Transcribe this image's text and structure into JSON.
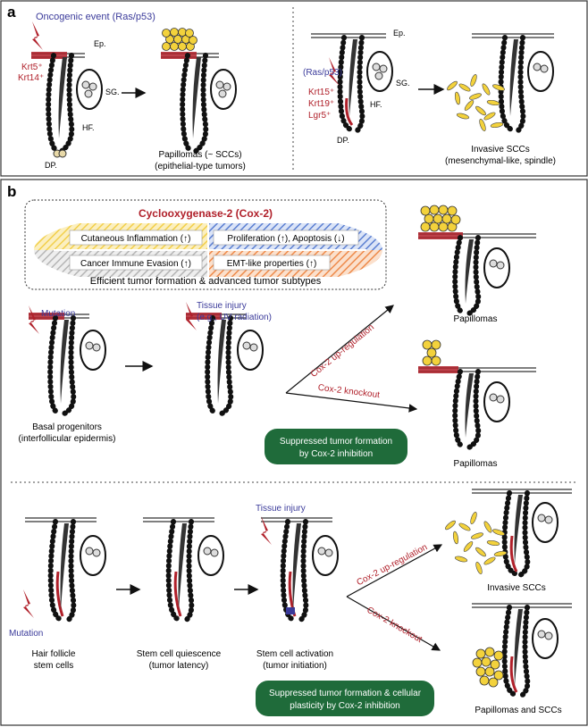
{
  "panel_a": {
    "label": "a",
    "oncogenic_event": "Oncogenic event (Ras/p53)",
    "ep_left": "Ep.",
    "krt5": "Krt5⁺",
    "krt14": "Krt14⁺",
    "sg_left": "SG.",
    "hf_left": "HF.",
    "dp_left": "DP.",
    "papillomas_line1": "Papillomas (~ SCCs)",
    "papillomas_line2": "(epithelial-type tumors)",
    "ep_right": "Ep.",
    "ras_p53": "(Ras/p53)",
    "sg_right": "SG.",
    "krt15": "Krt15⁺",
    "krt19": "Krt19⁺",
    "lgr5": "Lgr5⁺",
    "hf_right": "HF.",
    "dp_right": "DP.",
    "invasive_line1": "Invasive SCCs",
    "invasive_line2": "(mesenchymal-like, spindle)"
  },
  "panel_b": {
    "label": "b",
    "cox2_title": "Cyclooxygenase-2 (Cox-2)",
    "quad_inflammation": "Cutaneous Inflammation (↑)",
    "quad_proliferation": "Proliferation (↑), Apoptosis (↓)",
    "quad_immune": "Cancer Immune Evasion (↑)",
    "quad_emt": "EMT-like properties (↑)",
    "efficient": "Efficient tumor formation & advanced tumor subtypes",
    "upper": {
      "mutation": "Mutation",
      "tissue_injury_1": "Tissue injury",
      "tissue_injury_2": "(e.g., UV radiation)",
      "cox2_up": "Cox-2 up-regulation",
      "cox2_ko": "Cox-2 knockout",
      "papillomas_top": "Papillomas",
      "papillomas_bottom": "Papillomas",
      "basal_1": "Basal progenitors",
      "basal_2": "(interfollicular epidermis)",
      "suppressed_1": "Suppressed tumor formation",
      "suppressed_2": "by Cox-2 inhibition"
    },
    "lower": {
      "tissue_injury": "Tissue injury",
      "mutation": "Mutation",
      "hfsc_1": "Hair follicle",
      "hfsc_2": "stem cells",
      "quiescence_1": "Stem cell quiescence",
      "quiescence_2": "(tumor latency)",
      "activation_1": "Stem cell activation",
      "activation_2": "(tumor initiation)",
      "cox2_up": "Cox-2 up-regulation",
      "cox2_ko": "Cox-2 knockout",
      "invasive": "Invasive SCCs",
      "papillomas_sccs": "Papillomas and SCCs",
      "suppressed_1": "Suppressed tumor formation & cellular",
      "suppressed_2": "plasticity by Cox-2 inhibition"
    }
  },
  "colors": {
    "blue_text": "#3a3a9a",
    "red_text": "#b0202a",
    "green_box": "#1f6b3a",
    "yellow_quad": "#f2cf4a",
    "blue_quad": "#5b7fd1",
    "gray_quad": "#b5b5b5",
    "orange_quad": "#ee8a4a",
    "tumor_yellow": "#f3d23c"
  }
}
